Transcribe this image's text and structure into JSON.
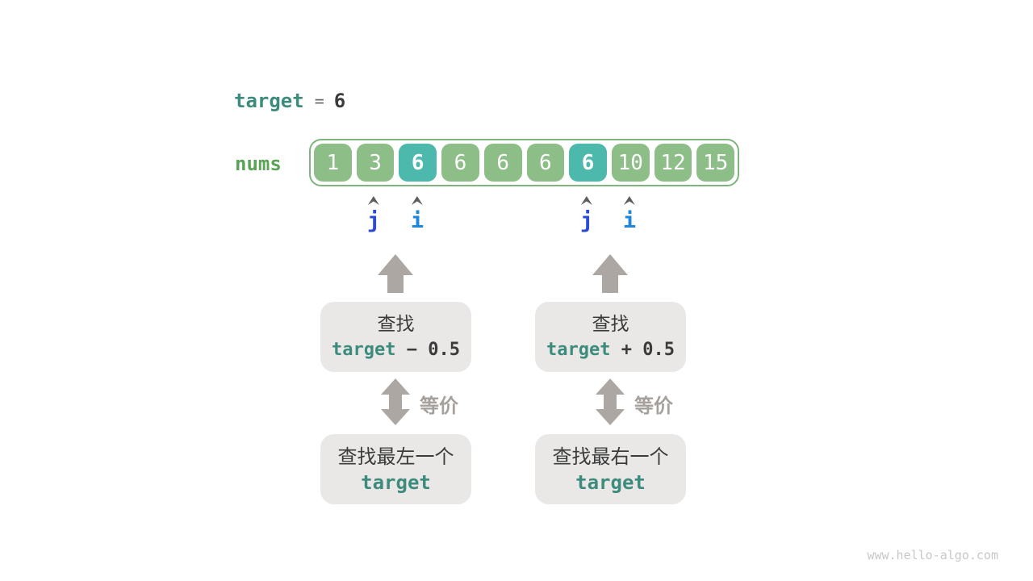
{
  "title": {
    "code": "target",
    "equals": "=",
    "value": "6"
  },
  "array": {
    "label": "nums",
    "cells": [
      {
        "value": "1",
        "highlight": false
      },
      {
        "value": "3",
        "highlight": false
      },
      {
        "value": "6",
        "highlight": true
      },
      {
        "value": "6",
        "highlight": false
      },
      {
        "value": "6",
        "highlight": false
      },
      {
        "value": "6",
        "highlight": false
      },
      {
        "value": "6",
        "highlight": true
      },
      {
        "value": "10",
        "highlight": false
      },
      {
        "value": "12",
        "highlight": false
      },
      {
        "value": "15",
        "highlight": false
      }
    ]
  },
  "pointers": [
    {
      "label": "j"
    },
    {
      "label": "i"
    },
    {
      "label": "j"
    },
    {
      "label": "i"
    }
  ],
  "flow": {
    "left": {
      "search_line1": "查找",
      "search_code": "target",
      "search_rest": " − 0.5",
      "equiv_label": "等价",
      "result_line1": "查找最左一个",
      "result_code": "target"
    },
    "right": {
      "search_line1": "查找",
      "search_code": "target",
      "search_rest": " + 0.5",
      "equiv_label": "等价",
      "result_line1": "查找最右一个",
      "result_code": "target"
    }
  },
  "watermark": "www.hello-algo.com",
  "colors": {
    "teal": "#3D8B7D",
    "green_text": "#5BA455",
    "cell_green": "#8DBE87",
    "cell_teal": "#4DB9AC",
    "array_border": "#7FB57C",
    "dark": "#3B3B3B",
    "box_gray": "#E9E8E7",
    "arrow_gray": "#ACA7A2",
    "equiv_gray": "#A5A09B",
    "j_blue": "#2B4BD3",
    "i_blue": "#1E86DB",
    "watermark_gray": "#C8C8C8"
  }
}
